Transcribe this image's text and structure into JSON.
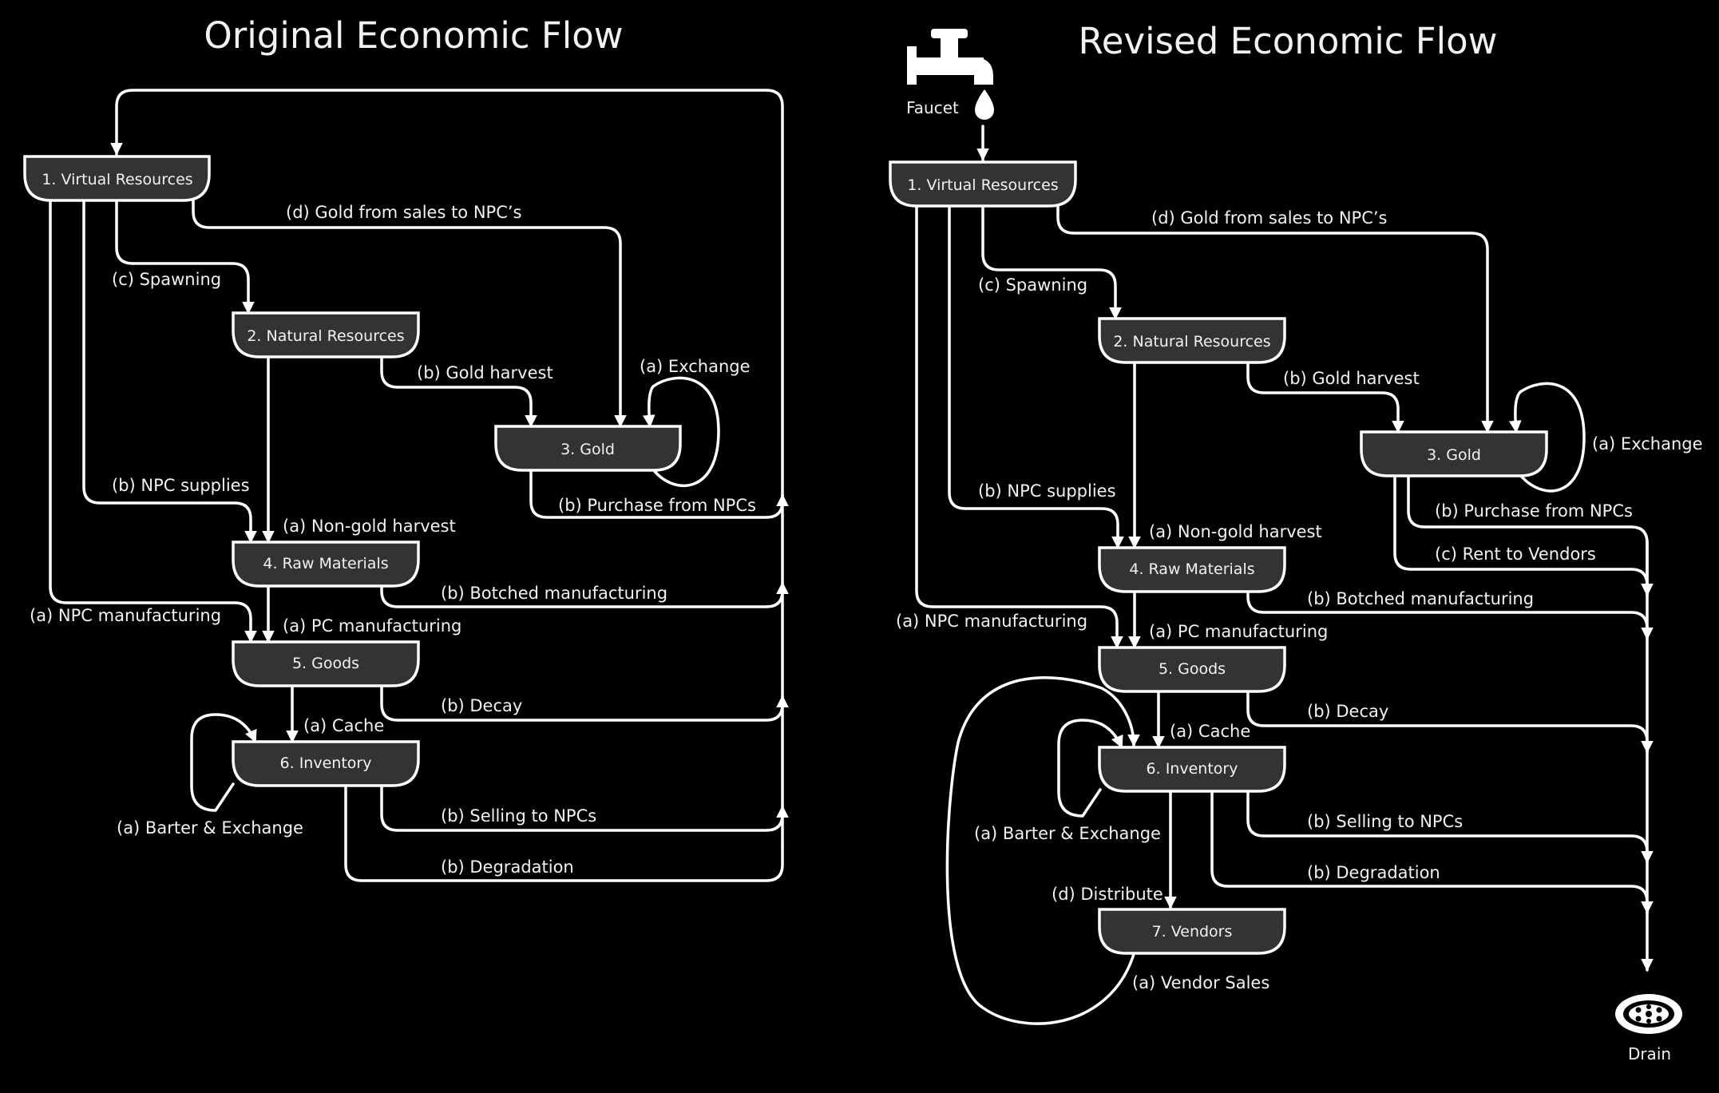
{
  "colors": {
    "background": "#000000",
    "line": "#ffffff",
    "node_fill": "#333333",
    "text": "#f2f2f2"
  },
  "original": {
    "title": "Original Economic Flow",
    "nodes": [
      "1. Virtual Resources",
      "2. Natural Resources",
      "3. Gold",
      "4. Raw Materials",
      "5. Goods",
      "6. Inventory"
    ],
    "labels": {
      "d_gold_sales": "(d) Gold from sales to NPC’s",
      "c_spawning": "(c) Spawning",
      "b_gold_harvest": "(b) Gold harvest",
      "a_exchange": "(a) Exchange",
      "b_npc_supplies": "(b) NPC supplies",
      "b_purchase": "(b) Purchase from NPCs",
      "a_nongold": "(a) Non-gold harvest",
      "b_botched": "(b) Botched manufacturing",
      "a_npc_manufacturing": "(a) NPC manufacturing",
      "a_pc_manufacturing": "(a) PC manufacturing",
      "b_decay": "(b) Decay",
      "a_cache": "(a) Cache",
      "a_barter": "(a) Barter & Exchange",
      "b_selling": "(b) Selling to NPCs",
      "b_degradation": "(b) Degradation"
    }
  },
  "revised": {
    "title": "Revised Economic Flow",
    "faucet_label": "Faucet",
    "drain_label": "Drain",
    "faucet_icon": "faucet-icon",
    "drain_icon": "drain-icon",
    "nodes": [
      "1. Virtual Resources",
      "2. Natural Resources",
      "3. Gold",
      "4. Raw Materials",
      "5. Goods",
      "6. Inventory",
      "7. Vendors"
    ],
    "labels": {
      "d_gold_sales": "(d) Gold from sales to NPC’s",
      "c_spawning": "(c) Spawning",
      "b_gold_harvest": "(b) Gold harvest",
      "a_exchange": "(a) Exchange",
      "b_npc_supplies": "(b) NPC supplies",
      "b_purchase": "(b) Purchase from NPCs",
      "c_rent": "(c) Rent to Vendors",
      "a_nongold": "(a) Non-gold harvest",
      "b_botched": "(b) Botched manufacturing",
      "a_npc_manufacturing": "(a) NPC manufacturing",
      "a_pc_manufacturing": "(a) PC manufacturing",
      "b_decay": "(b) Decay",
      "a_cache": "(a) Cache",
      "a_barter": "(a) Barter & Exchange",
      "b_selling": "(b) Selling to NPCs",
      "b_degradation": "(b) Degradation",
      "d_distribute": "(d) Distribute",
      "a_vendor_sales": "(a) Vendor Sales"
    }
  }
}
